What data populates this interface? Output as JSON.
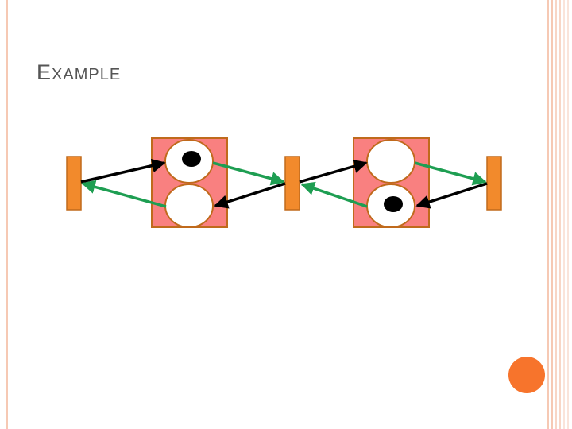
{
  "slide": {
    "title_first": "E",
    "title_rest": "XAMPLE"
  },
  "colors": {
    "frame": "#f6c9b4",
    "transition_bar": "#f28a2c",
    "transition_border": "#c06a1c",
    "place_box": "#f98080",
    "place_border": "#c06a1c",
    "place_fill": "#ffffff",
    "token": "#000000",
    "arc_black": "#000000",
    "arc_green": "#1e9e52",
    "corner_dot": "#f7742c"
  },
  "diagram": {
    "transitions": [
      "t1",
      "t2",
      "t3"
    ],
    "places": [
      {
        "id": "p1",
        "box": 1,
        "tokens": 1
      },
      {
        "id": "p2",
        "box": 1,
        "tokens": 0
      },
      {
        "id": "p3",
        "box": 2,
        "tokens": 0
      },
      {
        "id": "p4",
        "box": 2,
        "tokens": 1
      }
    ],
    "arcs": [
      {
        "from": "t1",
        "to": "p1",
        "color": "black"
      },
      {
        "from": "p2",
        "to": "t1",
        "color": "green"
      },
      {
        "from": "p1",
        "to": "t2",
        "color": "green"
      },
      {
        "from": "t2",
        "to": "p2",
        "color": "black"
      },
      {
        "from": "t2",
        "to": "p3",
        "color": "black"
      },
      {
        "from": "p4",
        "to": "t2",
        "color": "green"
      },
      {
        "from": "p3",
        "to": "t3",
        "color": "green"
      },
      {
        "from": "t3",
        "to": "p4",
        "color": "black"
      }
    ]
  }
}
